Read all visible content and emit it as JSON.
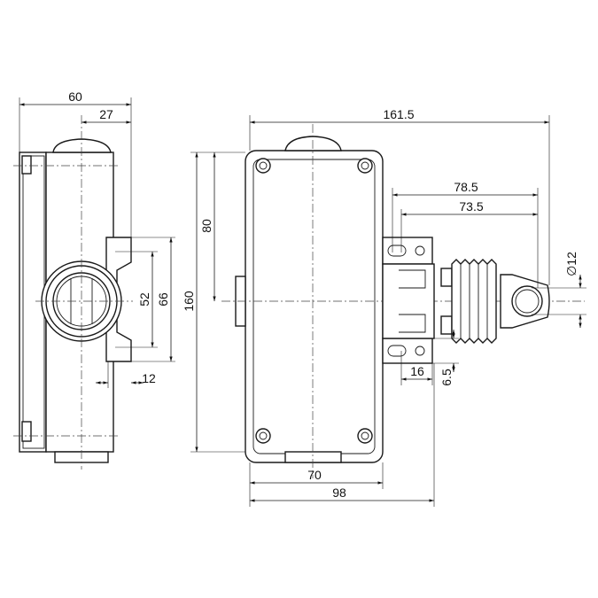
{
  "dimensions": {
    "side_width": "60",
    "side_axis_offset": "27",
    "bracket_inner": "52",
    "bracket_outer": "66",
    "bracket_depth": "12",
    "height_total": "160",
    "height_half": "80",
    "overall_length": "161.5",
    "mech_length_outer": "78.5",
    "mech_length_inner": "73.5",
    "eye_diameter": "∅12",
    "bracket_width": "16",
    "bracket_offset": "6.5",
    "box_width": "70",
    "box_plus_bracket": "98"
  }
}
